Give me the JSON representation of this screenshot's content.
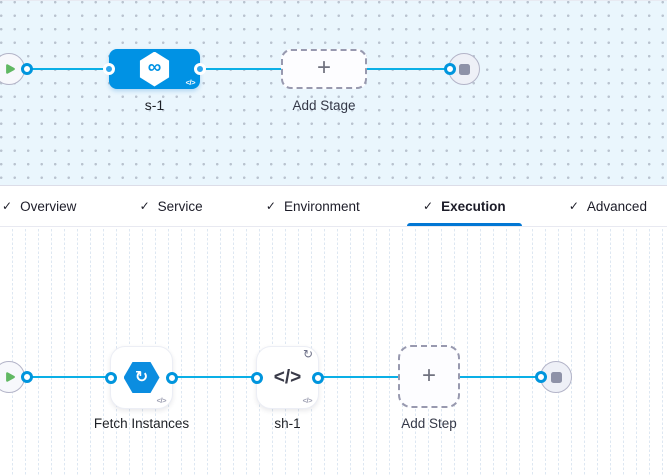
{
  "icons": {
    "check": "✓",
    "plus": "+",
    "code": "</>",
    "infinity": "∞",
    "loop": "↻"
  },
  "colors": {
    "connector_line": "#0aafe6",
    "stage_blue": "#0092e4",
    "fetch_icon_blue": "#0b8de0",
    "tab_underline": "#0277d4",
    "play_green": "#61b863",
    "stop_gray": "#8e92a8",
    "top_canvas_bg": "#eaf6fd"
  },
  "pipeline_canvas": {
    "stage_label": "s-1",
    "add_stage_label": "Add Stage"
  },
  "tabs": [
    {
      "label": "Overview",
      "checked": true,
      "active": false
    },
    {
      "label": "Service",
      "checked": true,
      "active": false
    },
    {
      "label": "Environment",
      "checked": true,
      "active": false
    },
    {
      "label": "Execution",
      "checked": true,
      "active": true
    },
    {
      "label": "Advanced",
      "checked": true,
      "active": false
    }
  ],
  "execution_canvas": {
    "step_fetch_label": "Fetch Instances",
    "step_shell_label": "sh-1",
    "add_step_label": "Add Step"
  }
}
